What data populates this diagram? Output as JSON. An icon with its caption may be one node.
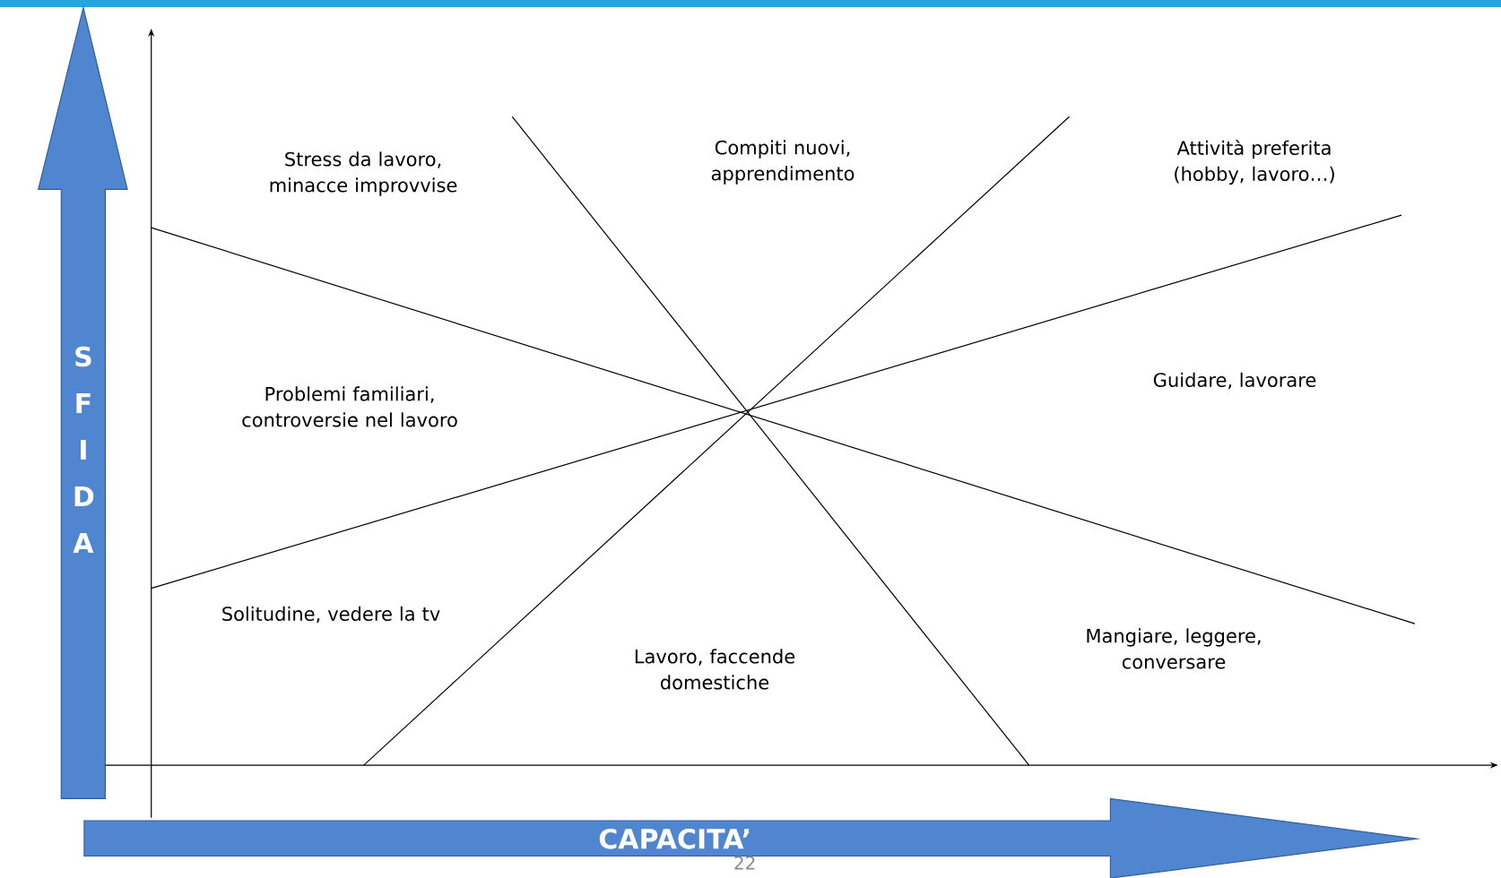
{
  "diagram": {
    "labels": [
      "Stress da lavoro, minacce improvvise",
      "Compiti nuovi, apprendimento",
      "Attività preferita (hobby, lavoro…)",
      "Problemi familiari, controversie nel lavoro",
      "Guidare, lavorare",
      "Solitudine, vedere la tv",
      "Lavoro, faccende domestiche",
      "Mangiare, leggere, conversare",
      "S F I D A",
      "CAPACITA’",
      "22"
    ]
  }
}
